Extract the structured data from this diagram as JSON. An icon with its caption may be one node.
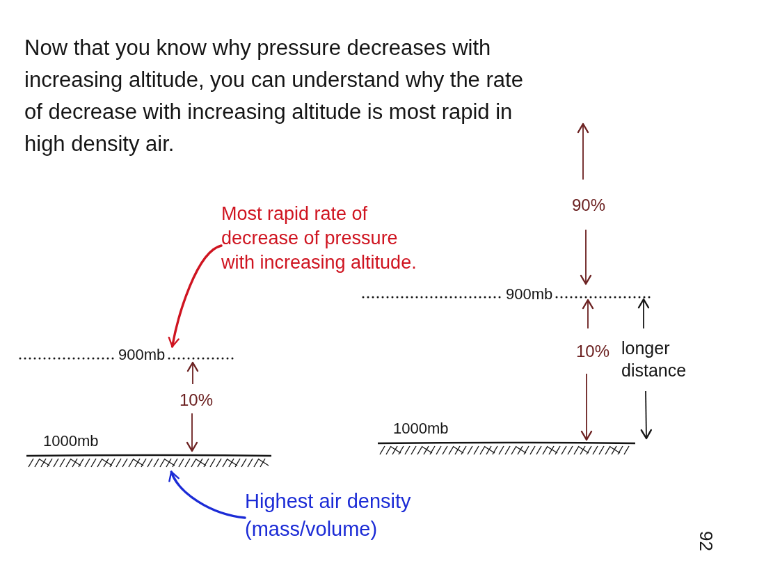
{
  "diagram": {
    "title": "Now that you know why pressure decreases with increasing altitude, you can understand why the rate of decrease with increasing altitude is most rapid in high density air.",
    "nodes": [
      {
        "text": [
          "Most rapid rate of decrease of pressure with increasing altitude."
        ]
      },
      {
        "text": [
          "900mb"
        ]
      },
      {
        "text": [
          "1000mb"
        ]
      },
      {
        "text": [
          "900mb"
        ]
      },
      {
        "text": [
          "1000mb"
        ]
      },
      {
        "text": [
          "Highest air density (mass/volume)"
        ]
      }
    ],
    "edges": [
      {
        "from": 0,
        "to": 1,
        "arrow": "to",
        "color": "#cf1420"
      },
      {
        "from": 5,
        "to": 2,
        "arrow": "to",
        "color": "#1b2bd6"
      }
    ],
    "labels": [
      "90%",
      "10%",
      "longer distance",
      "10%",
      "92"
    ]
  }
}
